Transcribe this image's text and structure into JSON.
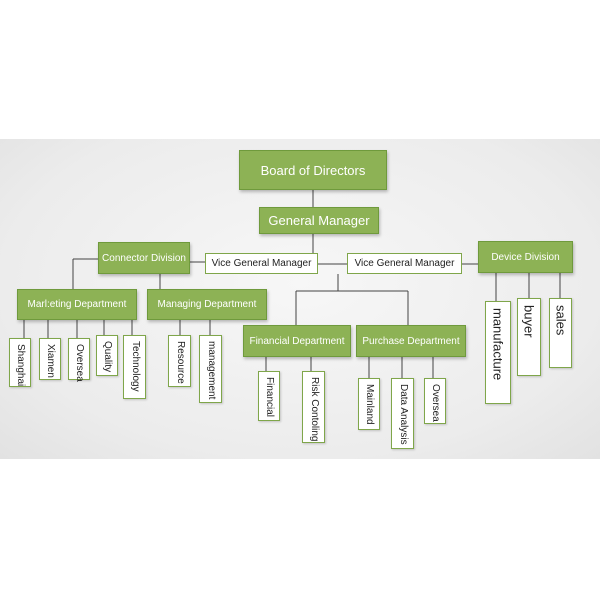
{
  "board": "Board of Directors",
  "general_manager": "General Manager",
  "vice_left": "Vice General Manager",
  "vice_right": "Vice General Manager",
  "connector_division": "Connector Division",
  "device_division": "Device  Division",
  "marketing_department": "Marl:eting Department",
  "managing_department": "Managing Department",
  "financial_department": "Financial Department",
  "purchase_department": "Purchase Department",
  "marketing_items": [
    "Shanghai",
    "Xiamen",
    "Oversea",
    "Quality",
    "Technology"
  ],
  "managing_items": [
    "Resource",
    "management"
  ],
  "financial_items": [
    "Financial",
    "Risk Contoling"
  ],
  "purchase_items": [
    "Mainland",
    "Data  Analysis",
    "Oversea"
  ],
  "device_items": [
    "manufacture",
    "buyer",
    "sales"
  ],
  "colors": {
    "green": "#8db255",
    "border": "#7fa64a",
    "line": "#444444"
  }
}
